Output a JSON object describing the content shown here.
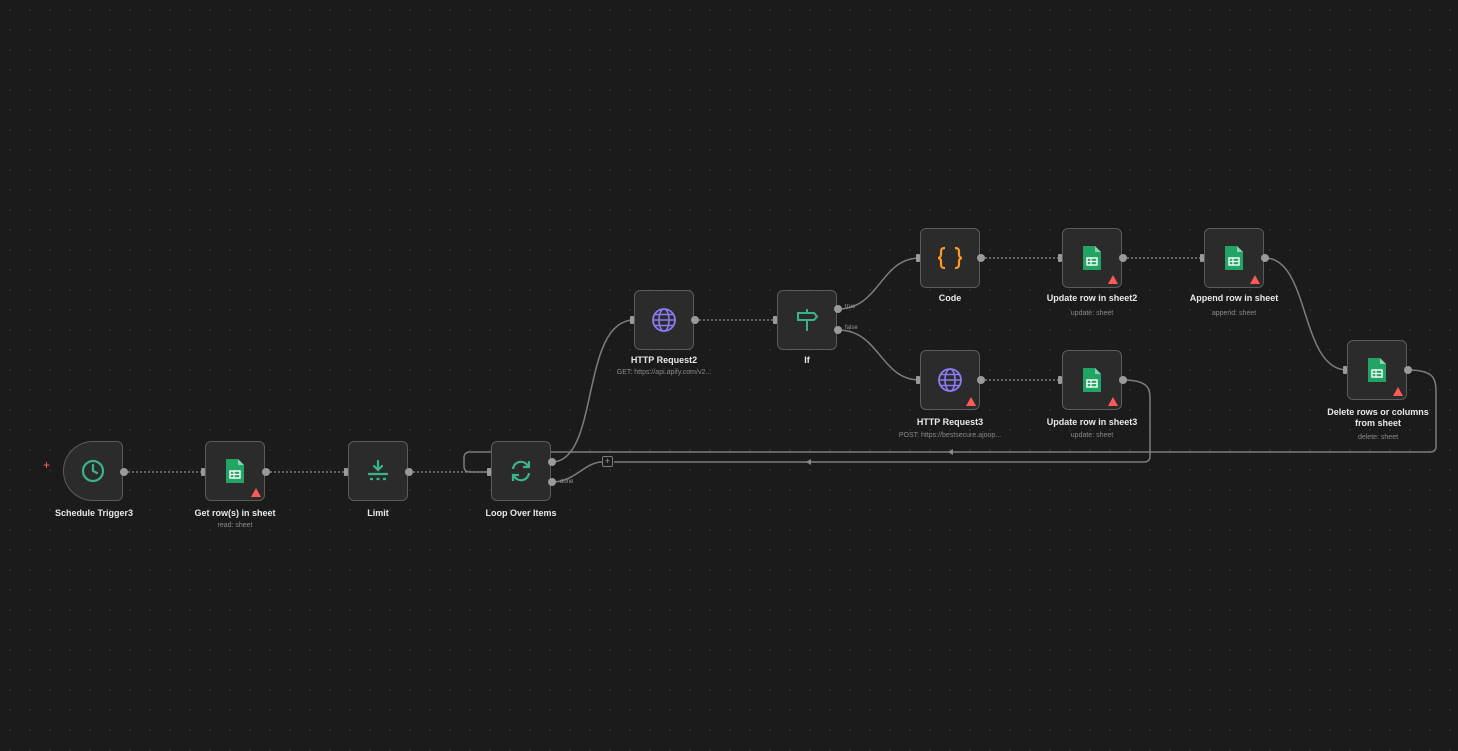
{
  "workflow": {
    "nodes": [
      {
        "id": "schedule",
        "label": "Schedule Trigger3",
        "sublabel": "",
        "icon": "clock-icon",
        "warning": false
      },
      {
        "id": "get_rows",
        "label": "Get row(s) in sheet",
        "sublabel": "read: sheet",
        "icon": "google-sheets-icon",
        "warning": true
      },
      {
        "id": "limit",
        "label": "Limit",
        "sublabel": "",
        "icon": "limit-icon",
        "warning": false
      },
      {
        "id": "loop",
        "label": "Loop Over Items",
        "sublabel": "",
        "icon": "loop-icon",
        "warning": false
      },
      {
        "id": "http2",
        "label": "HTTP Request2",
        "sublabel": "GET: https://api.apify.com/v2...",
        "icon": "globe-icon",
        "warning": false
      },
      {
        "id": "if",
        "label": "If",
        "sublabel": "",
        "icon": "signpost-icon",
        "warning": false
      },
      {
        "id": "code",
        "label": "Code",
        "sublabel": "",
        "icon": "braces-icon",
        "warning": false
      },
      {
        "id": "update2",
        "label": "Update row in sheet2",
        "sublabel": "update: sheet",
        "icon": "google-sheets-icon",
        "warning": true
      },
      {
        "id": "append",
        "label": "Append row in sheet",
        "sublabel": "append: sheet",
        "icon": "google-sheets-icon",
        "warning": true
      },
      {
        "id": "delete",
        "label": "Delete rows or columns from sheet",
        "sublabel": "delete: sheet",
        "icon": "google-sheets-icon",
        "warning": true
      },
      {
        "id": "http3",
        "label": "HTTP Request3",
        "sublabel": "POST: https://bestsecure.ajoop...",
        "icon": "globe-icon",
        "warning": true
      },
      {
        "id": "update3",
        "label": "Update row in sheet3",
        "sublabel": "update: sheet",
        "icon": "google-sheets-icon",
        "warning": true
      }
    ],
    "branch_labels": {
      "loop_done": "done",
      "if_true": "true",
      "if_false": "false"
    }
  },
  "colors": {
    "background": "#1b1b1b",
    "node_bg": "#2b2b2b",
    "node_border": "#5b5b5b",
    "trigger_accent": "#ff6d5a",
    "sheets_green": "#21a464",
    "http_purple": "#8a7cf3",
    "code_orange": "#ff9922",
    "if_green": "#3bb38a",
    "warning_red": "#ff5a5a"
  }
}
